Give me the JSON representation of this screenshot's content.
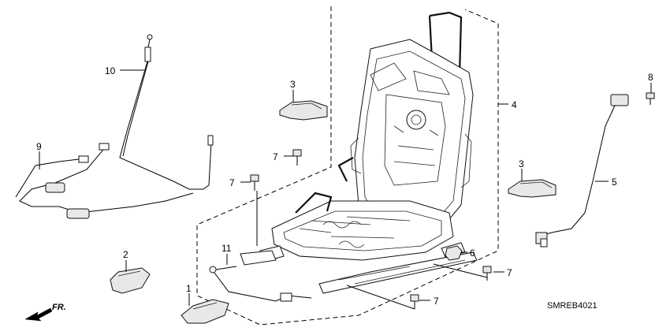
{
  "diagram_code": "SMREB4021",
  "direction_label": "FR.",
  "parts": [
    {
      "id": "p1",
      "number": "1"
    },
    {
      "id": "p2",
      "number": "2"
    },
    {
      "id": "p3a",
      "number": "3"
    },
    {
      "id": "p3b",
      "number": "3"
    },
    {
      "id": "p4",
      "number": "4"
    },
    {
      "id": "p5",
      "number": "5"
    },
    {
      "id": "p6",
      "number": "6"
    },
    {
      "id": "p7a",
      "number": "7"
    },
    {
      "id": "p7b",
      "number": "7"
    },
    {
      "id": "p7c",
      "number": "7"
    },
    {
      "id": "p7d",
      "number": "7"
    },
    {
      "id": "p8",
      "number": "8"
    },
    {
      "id": "p9",
      "number": "9"
    },
    {
      "id": "p10",
      "number": "10"
    },
    {
      "id": "p11",
      "number": "11"
    }
  ]
}
